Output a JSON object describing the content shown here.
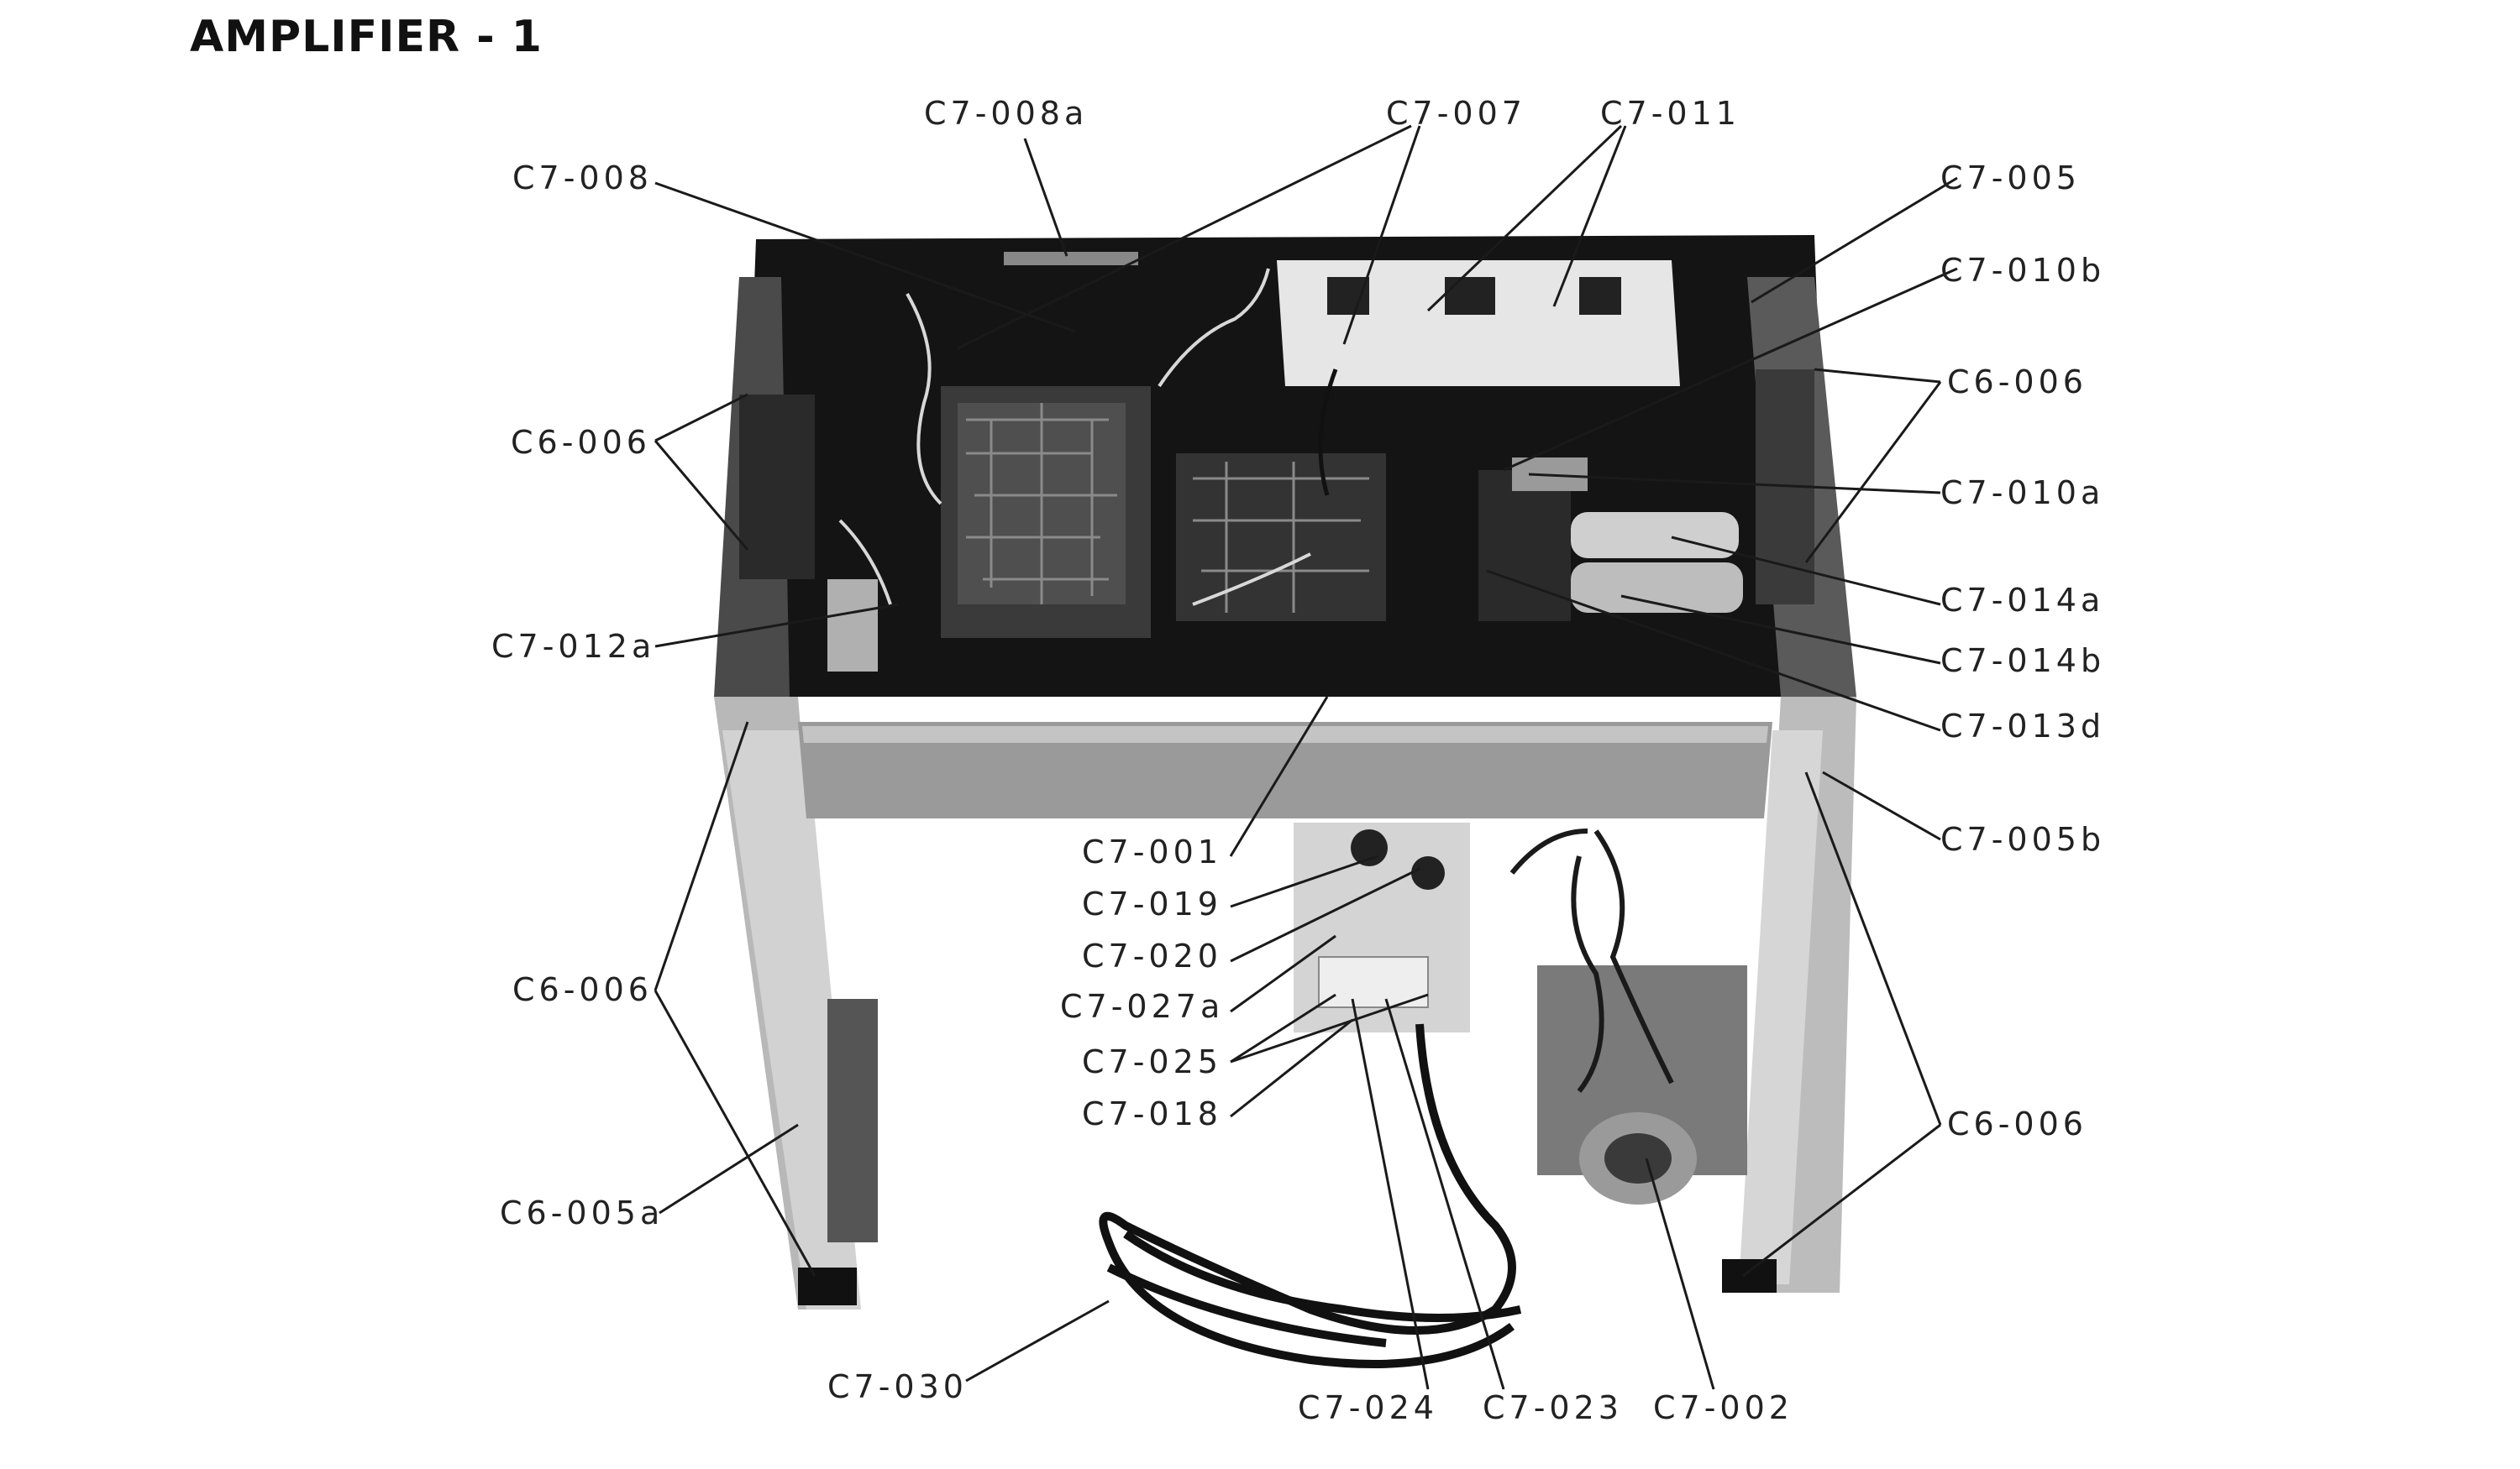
{
  "title": "AMPLIFIER - 1",
  "photo": {
    "subject": "amplifier chassis with legs, cable and transformer",
    "palette": {
      "paper": "#ffffff",
      "dark": "#141414",
      "metal": "#c9c9c9",
      "panel": "#8a8a8a"
    }
  },
  "callouts": [
    {
      "id": "c7-008a",
      "text": "C7-008a"
    },
    {
      "id": "c7-007",
      "text": "C7-007"
    },
    {
      "id": "c7-011",
      "text": "C7-011"
    },
    {
      "id": "c7-008",
      "text": "C7-008"
    },
    {
      "id": "c7-005",
      "text": "C7-005"
    },
    {
      "id": "c7-010b",
      "text": "C7-010b"
    },
    {
      "id": "c6-006-tr",
      "text": "C6-006"
    },
    {
      "id": "c6-006-l",
      "text": "C6-006"
    },
    {
      "id": "c7-010a",
      "text": "C7-010a"
    },
    {
      "id": "c7-014a",
      "text": "C7-014a"
    },
    {
      "id": "c7-012a",
      "text": "C7-012a"
    },
    {
      "id": "c7-014b",
      "text": "C7-014b"
    },
    {
      "id": "c7-013d",
      "text": "C7-013d"
    },
    {
      "id": "c7-005b",
      "text": "C7-005b"
    },
    {
      "id": "c7-001",
      "text": "C7-001"
    },
    {
      "id": "c7-019",
      "text": "C7-019"
    },
    {
      "id": "c7-020",
      "text": "C7-020"
    },
    {
      "id": "c6-006-ll",
      "text": "C6-006"
    },
    {
      "id": "c7-027a",
      "text": "C7-027a"
    },
    {
      "id": "c7-025",
      "text": "C7-025"
    },
    {
      "id": "c7-018",
      "text": "C7-018"
    },
    {
      "id": "c6-006-br",
      "text": "C6-006"
    },
    {
      "id": "c6-005a",
      "text": "C6-005a"
    },
    {
      "id": "c7-030",
      "text": "C7-030"
    },
    {
      "id": "c7-024",
      "text": "C7-024"
    },
    {
      "id": "c7-023",
      "text": "C7-023"
    },
    {
      "id": "c7-002",
      "text": "C7-002"
    }
  ]
}
